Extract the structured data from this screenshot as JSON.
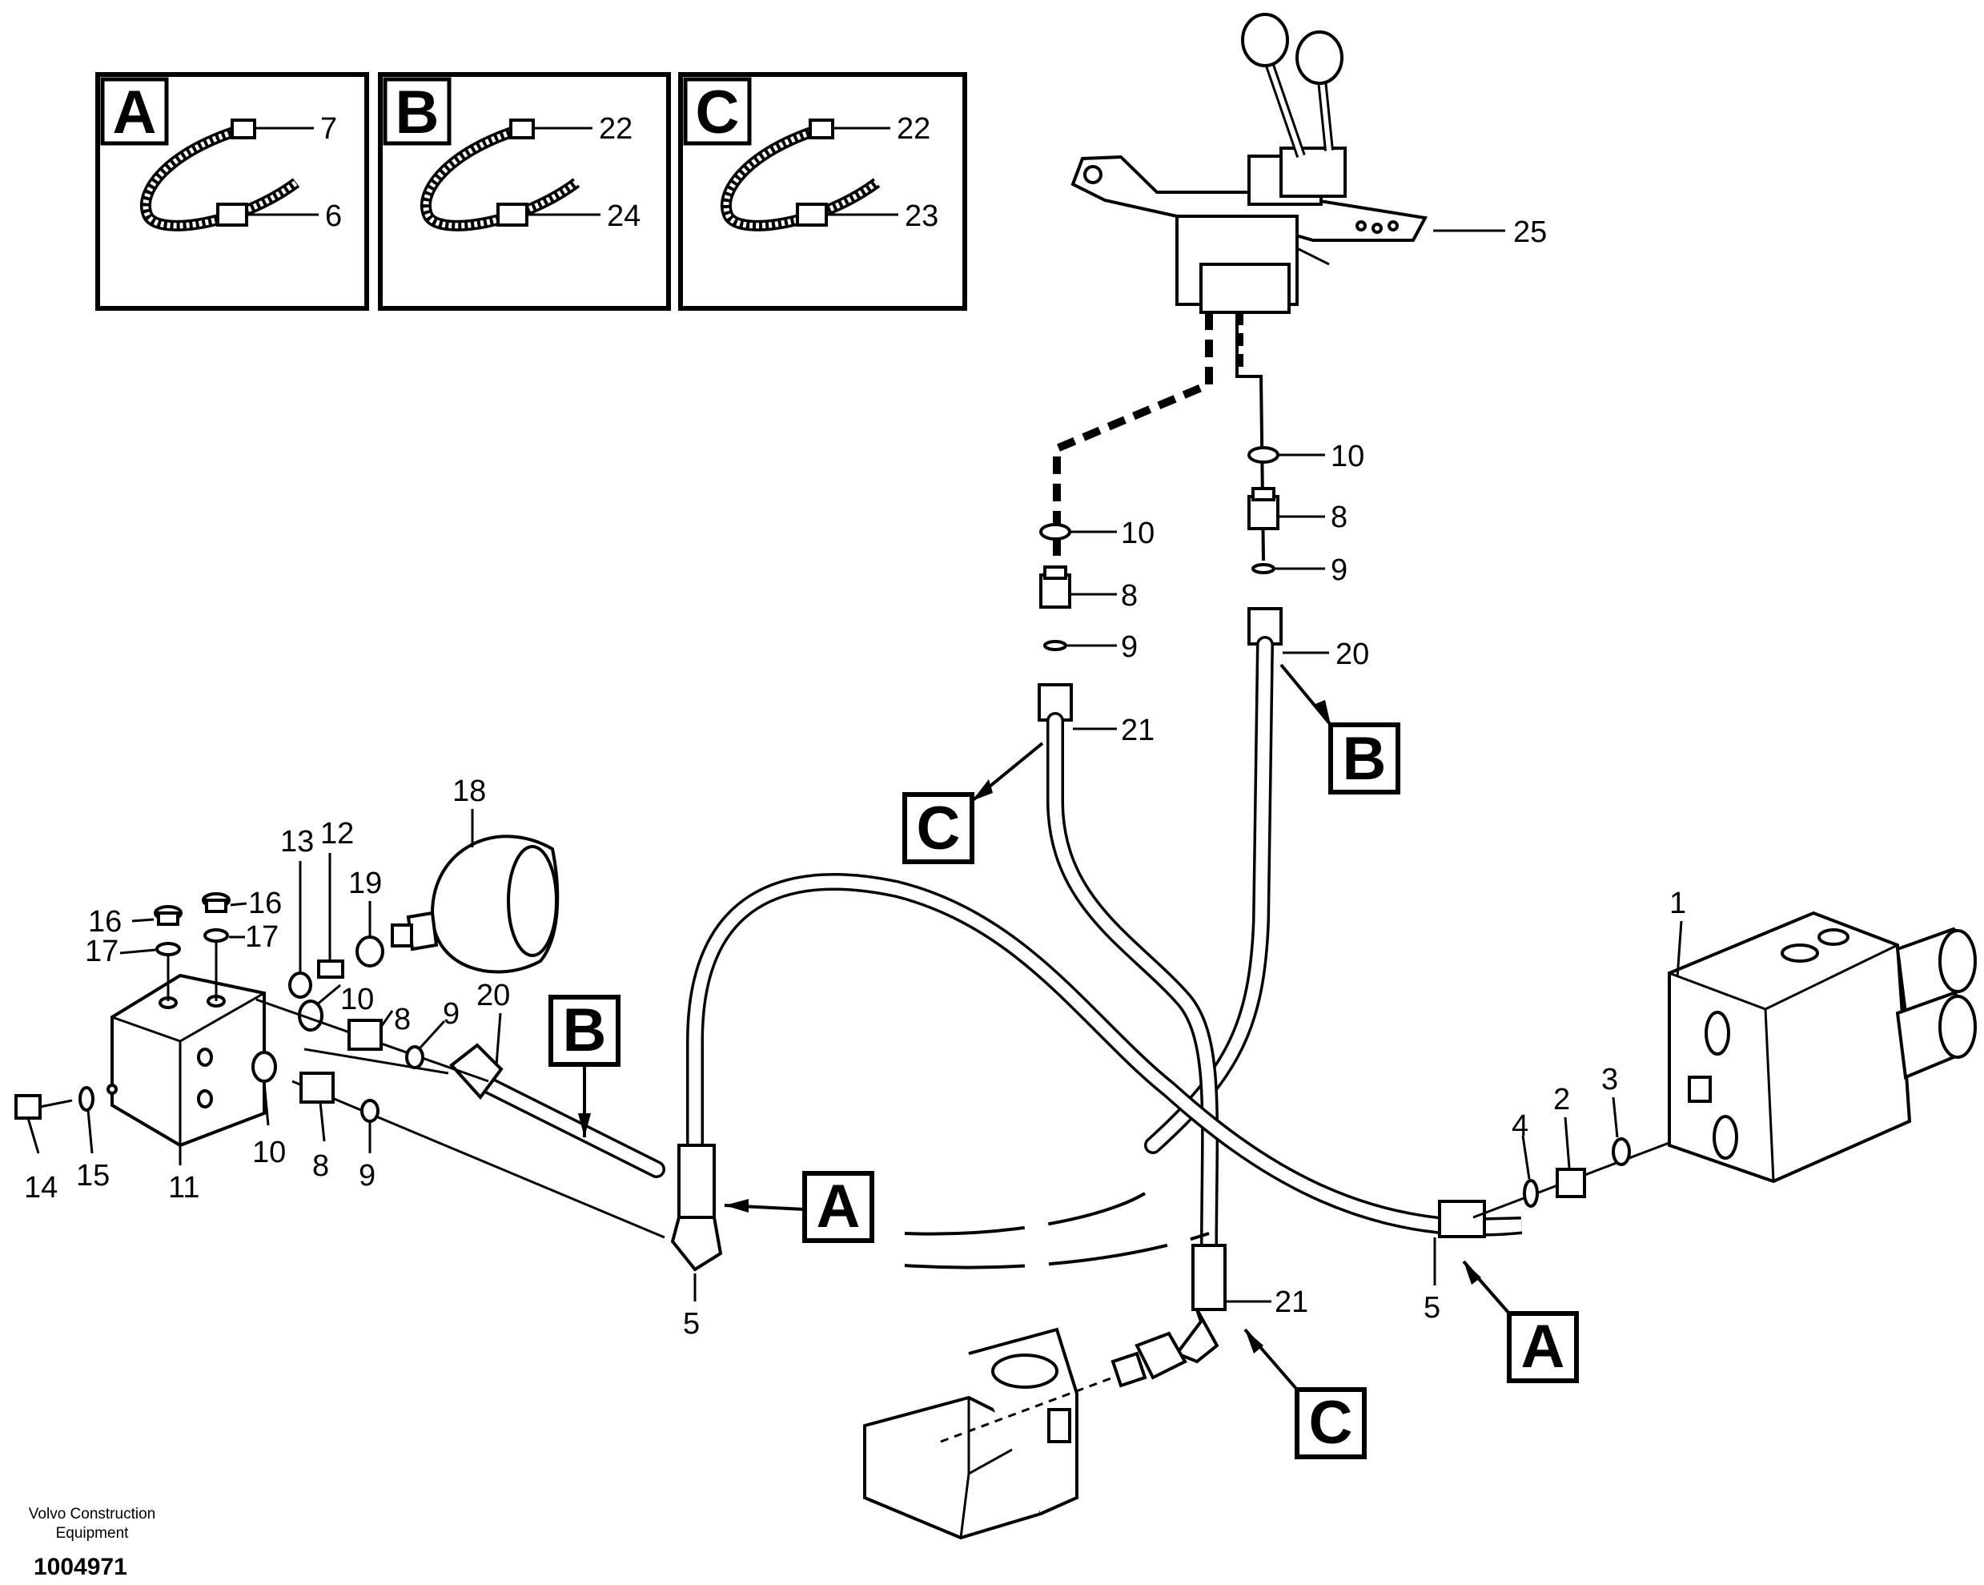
{
  "insets": [
    {
      "letter": "A",
      "parts": [
        "7",
        "6"
      ]
    },
    {
      "letter": "B",
      "parts": [
        "22",
        "24"
      ]
    },
    {
      "letter": "C",
      "parts": [
        "22",
        "23"
      ]
    }
  ],
  "callouts": [
    "C",
    "B",
    "B",
    "A",
    "A",
    "C"
  ],
  "part_labels": [
    "25",
    "10",
    "8",
    "9",
    "20",
    "10",
    "8",
    "9",
    "21",
    "18",
    "13",
    "12",
    "19",
    "16",
    "16",
    "17",
    "17",
    "10",
    "8",
    "9",
    "20",
    "14",
    "15",
    "11",
    "10",
    "8",
    "9",
    "5",
    "21",
    "5",
    "4",
    "2",
    "3",
    "1"
  ],
  "footer": {
    "line1": "Volvo Construction",
    "line2": "Equipment",
    "drawing_id": "1004971"
  }
}
